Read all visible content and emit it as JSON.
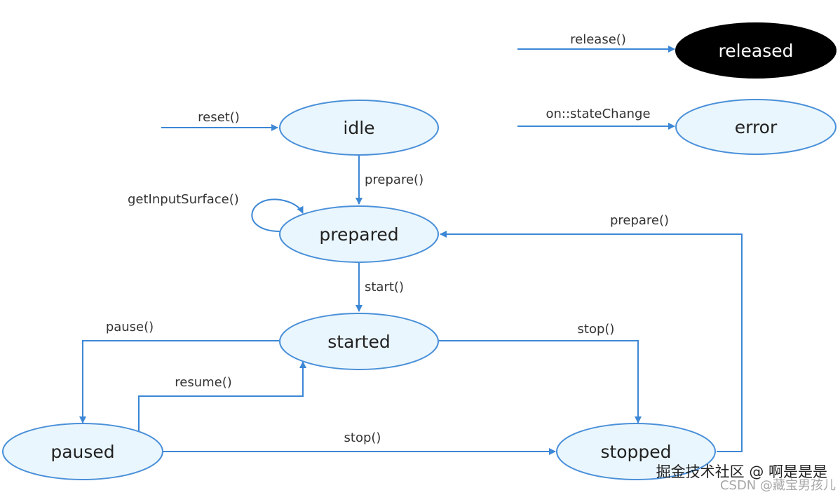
{
  "colors": {
    "state_fill": "#eaf6fd",
    "state_stroke": "#4a90d9",
    "arrow": "#3c87d6",
    "released_fill": "#000000",
    "label_text": "#333333"
  },
  "states": {
    "idle": "idle",
    "prepared": "prepared",
    "started": "started",
    "paused": "paused",
    "stopped": "stopped",
    "error": "error",
    "released": "released"
  },
  "transitions": {
    "release": "release()",
    "on_state_change": "on::stateChange",
    "reset": "reset()",
    "prepare_from_idle": "prepare()",
    "get_input_surface": "getInputSurface()",
    "prepare_from_stopped": "prepare()",
    "start": "start()",
    "pause": "pause()",
    "resume": "resume()",
    "stop_from_started": "stop()",
    "stop_from_paused": "stop()"
  },
  "watermark": {
    "line1": "掘金技术社区 @ 啊是是是",
    "line2": "CSDN @藏宝男孩儿"
  }
}
